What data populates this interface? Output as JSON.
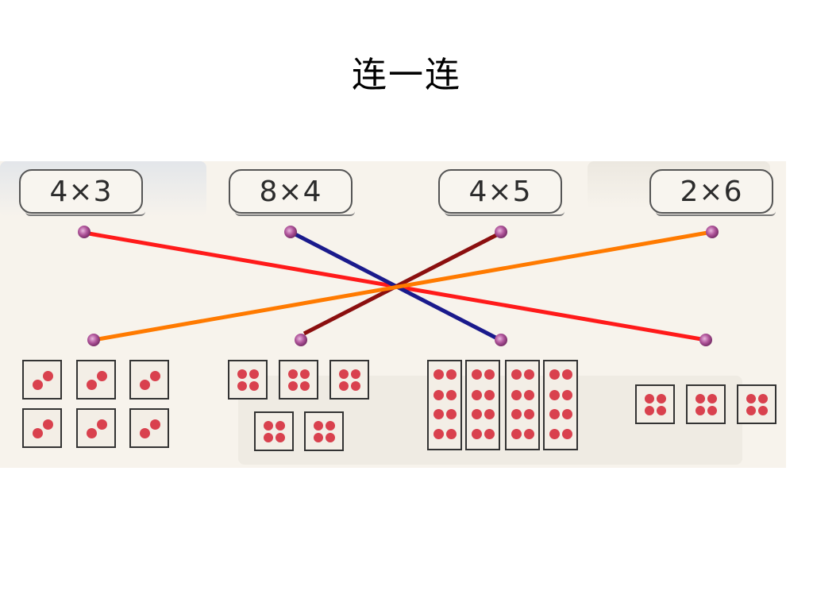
{
  "title": "连一连",
  "expressions": [
    "4×3",
    "8×4",
    "4×5",
    "2×6"
  ],
  "groups": [
    {
      "cards": 6,
      "dots_per_card": 2
    },
    {
      "cards": 5,
      "dots_per_card": 4
    },
    {
      "cards": 4,
      "dots_per_card": 8
    },
    {
      "cards": 3,
      "dots_per_card": 4
    }
  ],
  "connections": [
    {
      "from_expression": "4×3",
      "to_group": 4,
      "color": "#ff1a1a"
    },
    {
      "from_expression": "8×4",
      "to_group": 3,
      "color": "#1a1a8c"
    },
    {
      "from_expression": "4×5",
      "to_group": 2,
      "color": "#8b0f0f"
    },
    {
      "from_expression": "2×6",
      "to_group": 1,
      "color": "#ff7a00"
    }
  ],
  "colors": {
    "dot": "#d9414e",
    "connector_dot": "#b0559b"
  }
}
